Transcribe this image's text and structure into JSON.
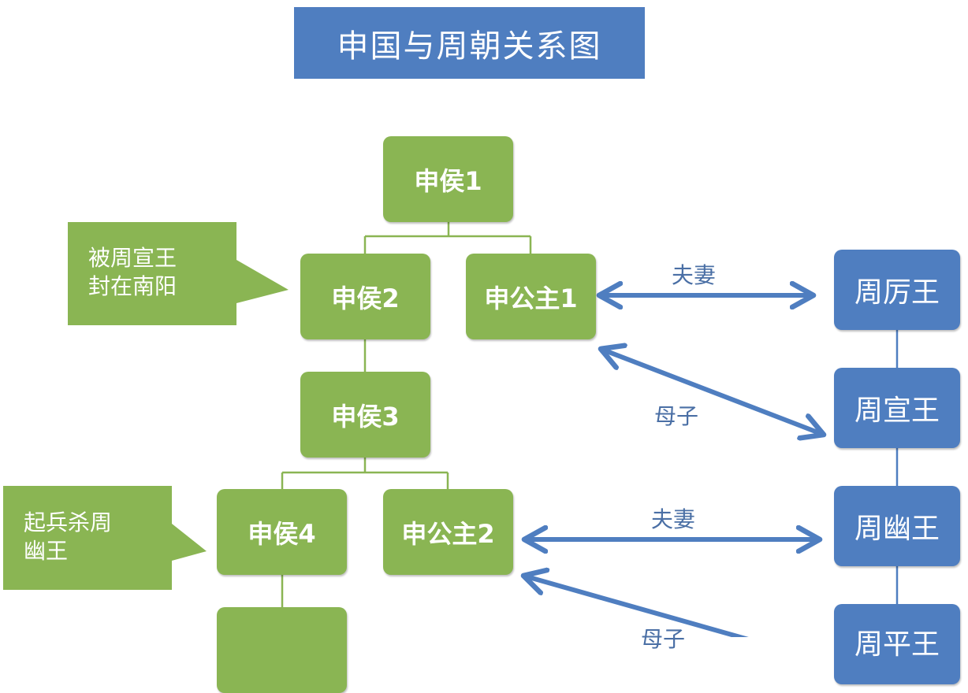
{
  "title": "申国与周朝关系图",
  "colors": {
    "title_bg": "#4f7ec0",
    "green": "#8ab553",
    "blue": "#4f7ec0",
    "arrow": "#4f7ec0",
    "line": "#8ab553"
  },
  "shen": {
    "hou1": "申侯1",
    "hou2": "申侯2",
    "hou3": "申侯3",
    "hou4": "申侯4",
    "gongzhu1": "申公主1",
    "gongzhu2": "申公主2"
  },
  "zhou": {
    "li": "周厉王",
    "xuan": "周宣王",
    "you": "周幽王",
    "ping": "周平王"
  },
  "callouts": {
    "hou2_note": "被周宣王\n封在南阳",
    "hou4_note": "起兵杀周\n幽王"
  },
  "edges": {
    "spouse1": "夫妻",
    "mother1": "母子",
    "spouse2": "夫妻",
    "mother2": "母子"
  }
}
